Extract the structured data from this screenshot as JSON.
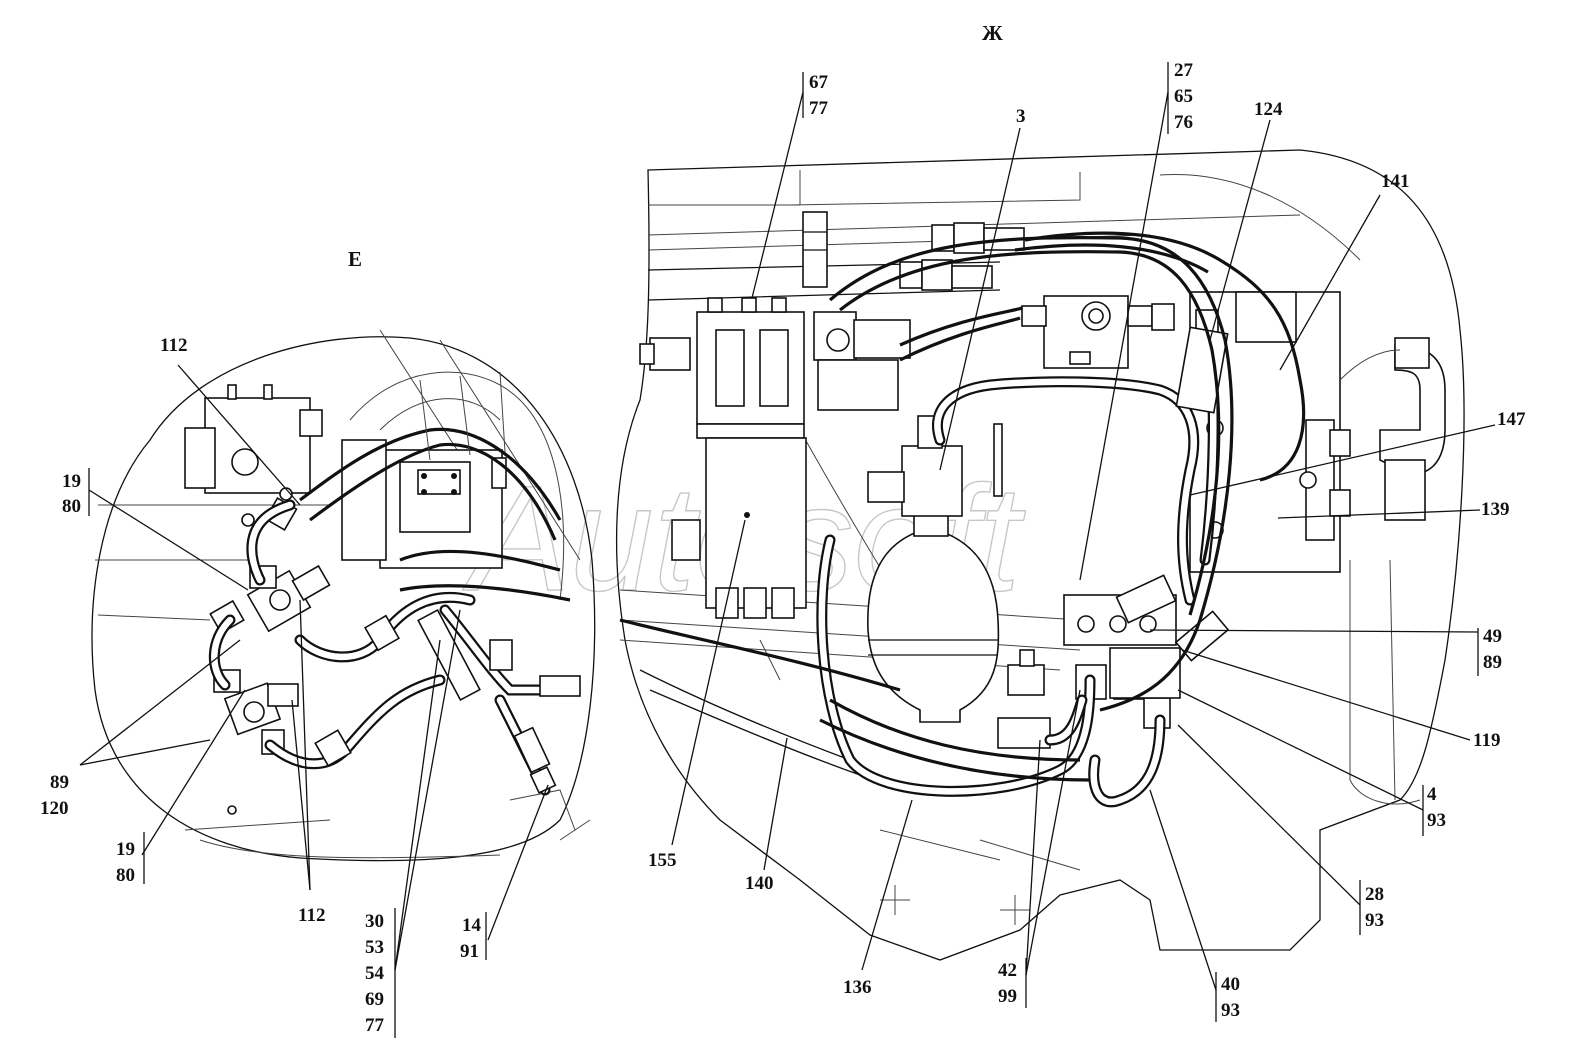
{
  "views": {
    "left": "Е",
    "right": "Ж"
  },
  "watermark": "Autosoft",
  "labels": {
    "left_112_top": "112",
    "left_19_80_top": [
      "19",
      "80"
    ],
    "left_89_120": [
      "89",
      "120"
    ],
    "left_19_80_bottom": [
      "19",
      "80"
    ],
    "left_112_bottom": "112",
    "left_30_group": [
      "30",
      "53",
      "54",
      "69",
      "77"
    ],
    "left_14_91": [
      "14",
      "91"
    ],
    "r_67_77": [
      "67",
      "77"
    ],
    "r_27_65_76": [
      "27",
      "65",
      "76"
    ],
    "r_3": "3",
    "r_124": "124",
    "r_141": "141",
    "r_147": "147",
    "r_139": "139",
    "r_49_89": [
      "49",
      "89"
    ],
    "r_119": "119",
    "r_4_93": [
      "4",
      "93"
    ],
    "r_28_93": [
      "28",
      "93"
    ],
    "r_40_93": [
      "40",
      "93"
    ],
    "r_42_99": [
      "42",
      "99"
    ],
    "r_136": "136",
    "r_140": "140",
    "r_155": "155"
  },
  "colors": {
    "line": "#111111",
    "background": "#ffffff",
    "watermark": "#9a9a9a"
  }
}
